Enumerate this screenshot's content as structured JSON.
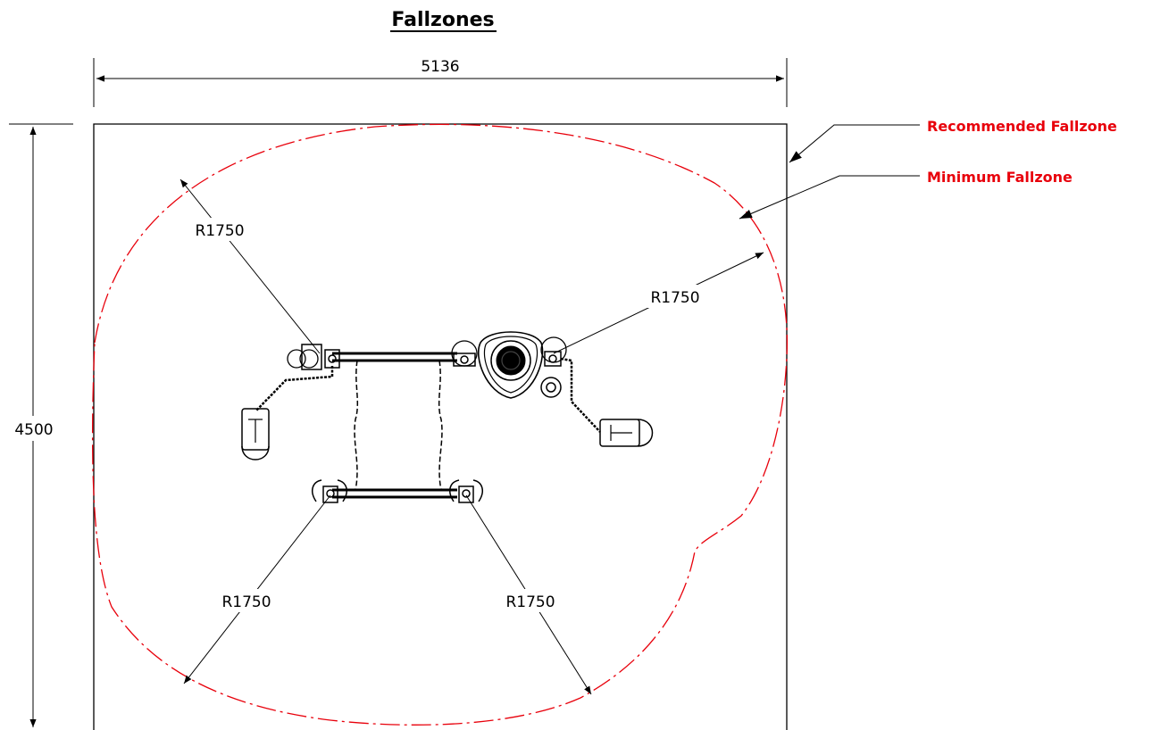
{
  "title": "Fallzones",
  "dimensions": {
    "width": "5136",
    "height": "4500"
  },
  "radius_labels": [
    "R1750",
    "R1750",
    "R1750",
    "R1750"
  ],
  "legend": {
    "recommended": "Recommended Fallzone",
    "minimum": "Minimum Fallzone"
  },
  "colors": {
    "fallzone": "#e8000b",
    "line": "#000000"
  }
}
